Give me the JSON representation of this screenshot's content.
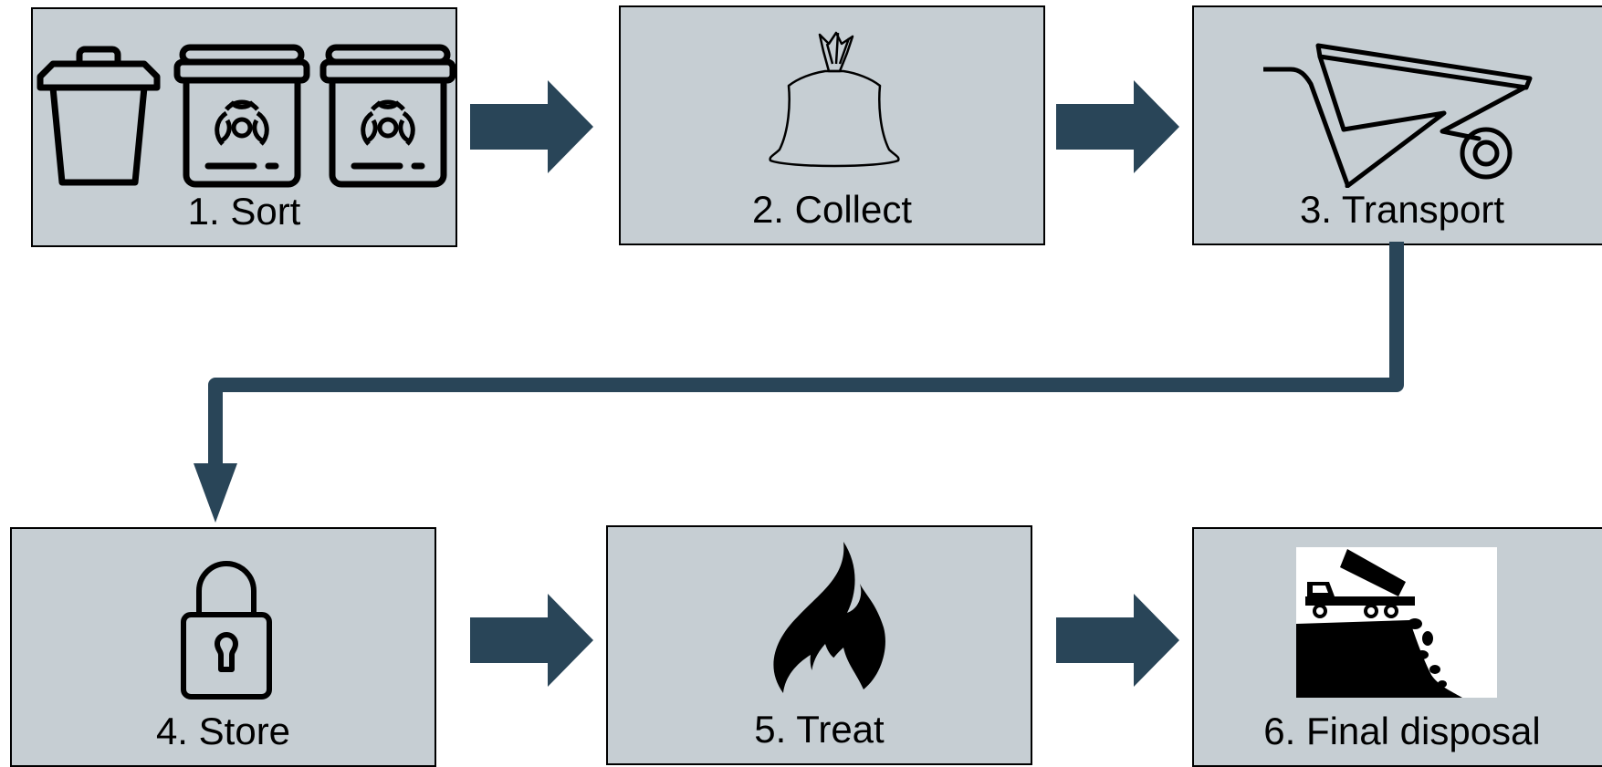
{
  "steps": [
    {
      "id": "sort",
      "label": "1. Sort",
      "icon": "sorting-bins-icon"
    },
    {
      "id": "collect",
      "label": "2. Collect",
      "icon": "waste-bag-icon"
    },
    {
      "id": "transport",
      "label": "3. Transport",
      "icon": "wheelbarrow-icon"
    },
    {
      "id": "store",
      "label": "4. Store",
      "icon": "padlock-icon"
    },
    {
      "id": "treat",
      "label": "5. Treat",
      "icon": "flame-icon"
    },
    {
      "id": "dispose",
      "label": "6. Final disposal",
      "icon": "dump-truck-landfill-icon"
    }
  ],
  "colors": {
    "box_fill": "#c6ced3",
    "box_border": "#000000",
    "arrow": "#294558",
    "icon": "#000000"
  }
}
